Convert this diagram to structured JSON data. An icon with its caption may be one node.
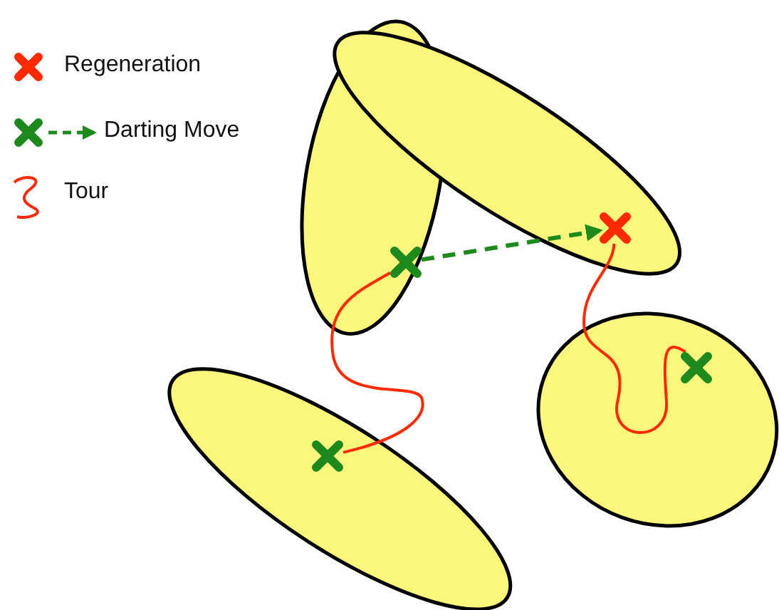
{
  "diagram": {
    "nodes": [
      {
        "text": [],
        "shape": "ellipse"
      },
      {
        "text": [],
        "shape": "ellipse"
      },
      {
        "text": [],
        "shape": "ellipse"
      },
      {
        "text": [],
        "shape": "ellipse"
      },
      {
        "text": [],
        "shape": "cross",
        "in": 0
      },
      {
        "text": [],
        "shape": "cross",
        "in": 1
      },
      {
        "text": [],
        "shape": "cross",
        "in": 2
      },
      {
        "text": [],
        "shape": "cross",
        "in": 3
      }
    ],
    "edges": [
      {
        "from": 4,
        "to": 5,
        "arrow": "to",
        "style": "dashed",
        "color": "#1e8a1e"
      },
      {
        "from": 6,
        "to": 4,
        "arrow": "none"
      },
      {
        "from": 5,
        "to": 7,
        "arrow": "none"
      }
    ],
    "legend": [
      {
        "text": "Regeneration"
      },
      {
        "text": "Darting Move"
      },
      {
        "text": "Tour"
      }
    ]
  }
}
